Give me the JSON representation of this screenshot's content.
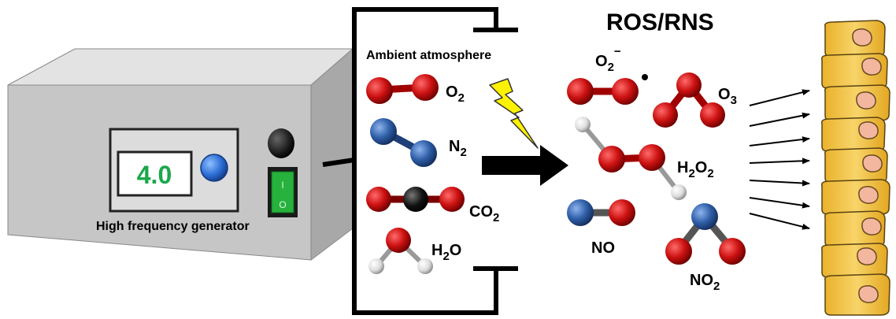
{
  "generator": {
    "display_value": "4.0",
    "label": "High frequency generator",
    "switch_on": "I",
    "switch_off": "O",
    "colors": {
      "body": "#c4c4c4",
      "display_text": "#1aa84a",
      "knob": "#2d6fd6",
      "switch": "#26b23c"
    }
  },
  "atmosphere": {
    "title": "Ambient atmosphere",
    "molecules": [
      {
        "base": "O",
        "sub": "2"
      },
      {
        "base": "N",
        "sub": "2"
      },
      {
        "base": "CO",
        "sub": "2"
      },
      {
        "pre": "H",
        "sub": "2",
        "base": "O"
      }
    ]
  },
  "ros": {
    "title": "ROS/RNS",
    "species": {
      "superoxide": {
        "base": "O",
        "sub": "2",
        "sup": "−"
      },
      "ozone": {
        "base": "O",
        "sub": "3"
      },
      "peroxide": {
        "pre": "H",
        "sub1": "2",
        "base": "O",
        "sub2": "2"
      },
      "nitric_oxide": "NO",
      "nitrogen_dioxide": {
        "base": "NO",
        "sub": "2"
      }
    }
  },
  "colors": {
    "oxygen": "#cc1111",
    "nitrogen": "#2f5fa8",
    "carbon": "#111111",
    "hydrogen": "#e6e6e6",
    "cell": "#f4c542",
    "nucleus": "#f3b7a0",
    "bolt": "#fff200"
  }
}
